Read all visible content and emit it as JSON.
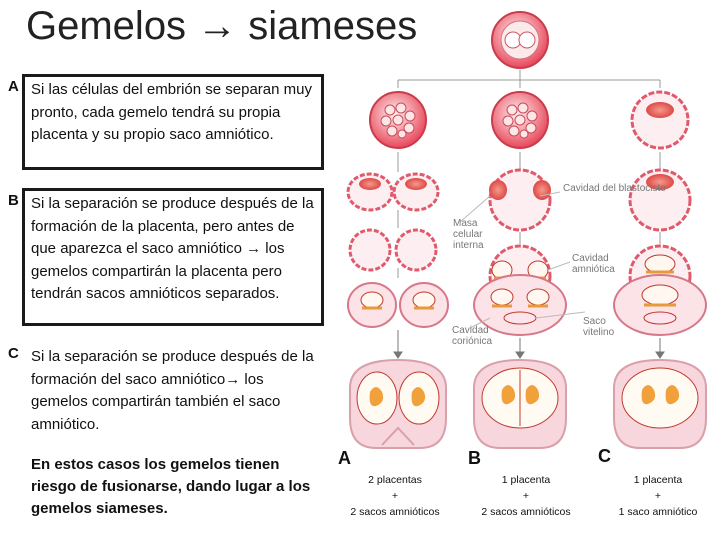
{
  "title": "Gemelos → siameses",
  "sections": [
    {
      "letter": "A",
      "text": "Si las células del embrión  se separan muy pronto,  cada gemelo tendrá su propia placenta y su propio saco amniótico."
    },
    {
      "letter": "B",
      "text": "Si la separación se produce después de la formación de la placenta, pero antes de que aparezca el saco amniótico → los gemelos compartirán la placenta pero tendrán sacos amnióticos separados."
    },
    {
      "letter": "C",
      "text": "Si la separación se produce después de la formación del saco amniótico→ los gemelos compartirán también el saco amniótico."
    }
  ],
  "warning": "En estos casos los gemelos tienen riesgo de fusionarse, dando lugar a los gemelos siameses.",
  "diagram": {
    "labels": {
      "cavidad_blastocisto": "Cavidad del blastocisto",
      "masa_celular": "Masa celular interna",
      "cavidad_amniotica": "Cavidad amniótica",
      "saco_vitelino": "Saco vitelino",
      "cavidad_corionica": "Cavidad coriónica"
    },
    "columns": [
      {
        "letter": "A",
        "caption": [
          "2 placentas",
          "+",
          "2 sacos amnióticos"
        ]
      },
      {
        "letter": "B",
        "caption": [
          "1 placenta",
          "+",
          "2 sacos amnióticos"
        ]
      },
      {
        "letter": "C",
        "caption": [
          "1 placenta",
          "+",
          "1 saco amniótico"
        ]
      }
    ]
  }
}
